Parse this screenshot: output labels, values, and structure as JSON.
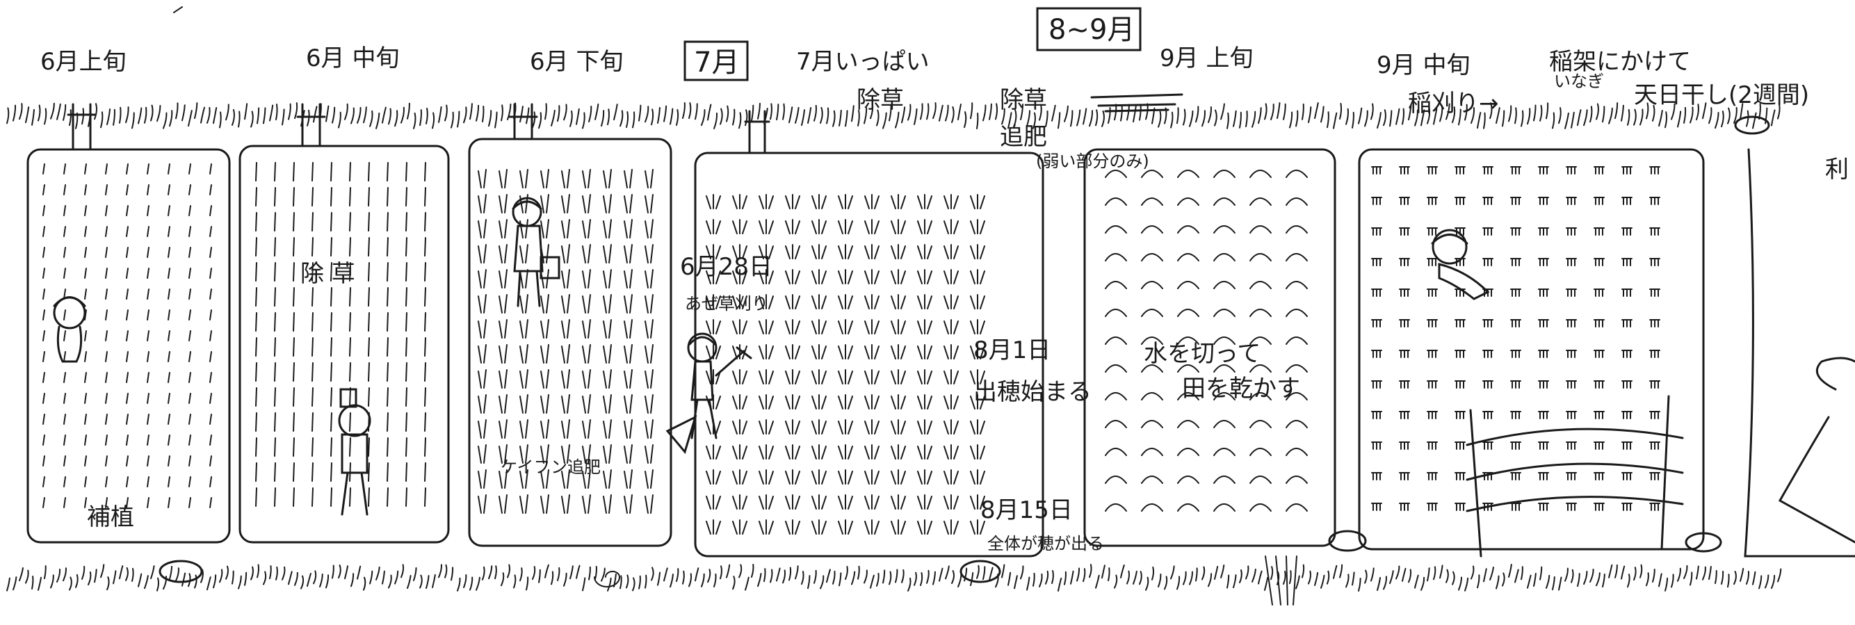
{
  "colors": {
    "ink": "#1a1a1a",
    "paper": "#ffffff"
  },
  "header": {
    "period_box": "8~9月",
    "month_box": "7月"
  },
  "stages": [
    {
      "id": "june-early",
      "label": "6月上旬",
      "note": "補植"
    },
    {
      "id": "june-mid",
      "label": "6月 中旬",
      "note": "除 草"
    },
    {
      "id": "june-late",
      "label": "6月 下旬",
      "note": "ケイフン追肥"
    },
    {
      "id": "july-full",
      "label": "7月いっぱい",
      "note_weed": "除草",
      "date1": "6月28日",
      "note_mow": "あぜ草刈り"
    },
    {
      "id": "aug",
      "note_weed": "除草",
      "note_fert": "追肥",
      "note_fert_detail": "(弱い部分のみ)",
      "date1": "8月1日",
      "note_head": "出穂始まる",
      "date2": "8月15日",
      "note_head_all": "全体が穂が出る"
    },
    {
      "id": "sep-early",
      "label": "9月 上旬",
      "note_water": "水を切って",
      "note_dry": "田を乾かす"
    },
    {
      "id": "sep-mid",
      "label": "9月 中旬",
      "note_harvest": "稲刈り→",
      "note_rack": "稲架にかけて",
      "note_rack_reading": "いなぎ",
      "note_sun": "天日干し(2週間)"
    },
    {
      "id": "next",
      "note_partial": "利"
    }
  ]
}
